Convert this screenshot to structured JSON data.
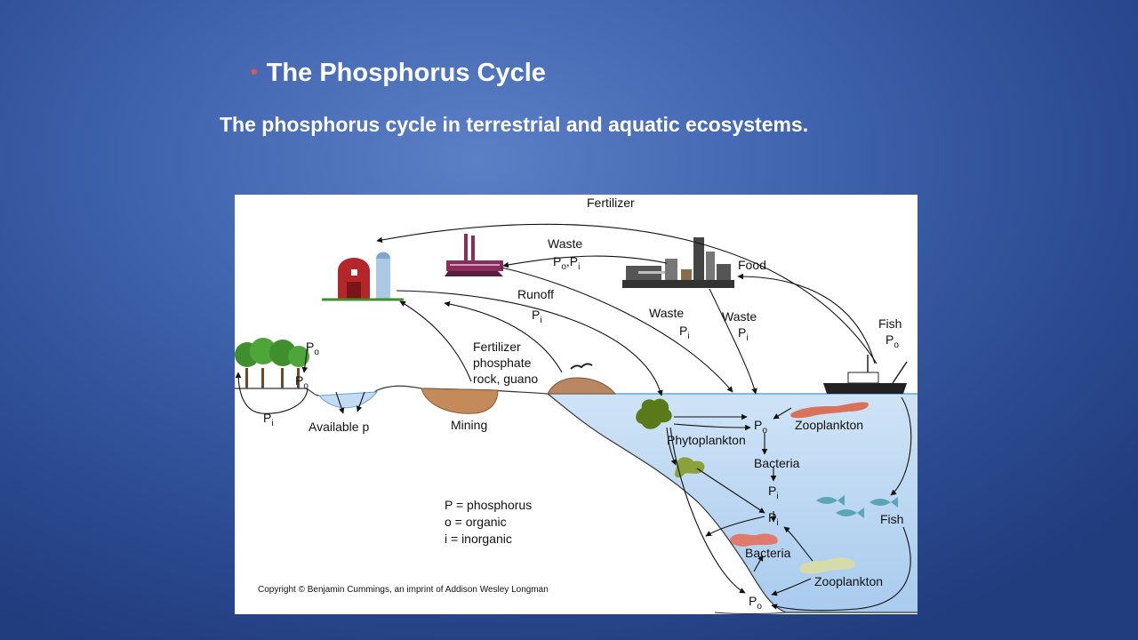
{
  "slide": {
    "bullet": "•",
    "title": "The Phosphorus  Cycle",
    "subtitle": "The phosphorus cycle in terrestrial and aquatic ecosystems."
  },
  "diagram": {
    "labels": {
      "fertilizer": "Fertilizer",
      "waste": "Waste",
      "food": "Food",
      "runoff": "Runoff",
      "fish": "Fish",
      "fertilizer_rock_1": "Fertilizer",
      "fertilizer_rock_2": "phosphate",
      "fertilizer_rock_3": "rock, guano",
      "available_p": "Available p",
      "mining": "Mining",
      "phytoplankton": "Phytoplankton",
      "zooplankton": "Zooplankton",
      "bacteria": "Bacteria",
      "p": "P",
      "sub_o": "o",
      "sub_i": "i",
      "comma": ",",
      "copyright": "Copyright © Benjamin Cummings, an imprint of Addison Wesley Longman"
    },
    "legend": {
      "line1": "P = phosphorus",
      "line2": "o = organic",
      "line3": "i = inorganic"
    }
  },
  "colors": {
    "barn_red": "#b5262b",
    "water": "#c3dcf3",
    "water_line": "#6aa3d8",
    "tree_green": "#3f8f2e",
    "phytoplankton": "#5a7a1a",
    "zooplankton_orange": "#d9725a",
    "bacteria_pink": "#e07a6d",
    "rock": "#c58a5a"
  }
}
